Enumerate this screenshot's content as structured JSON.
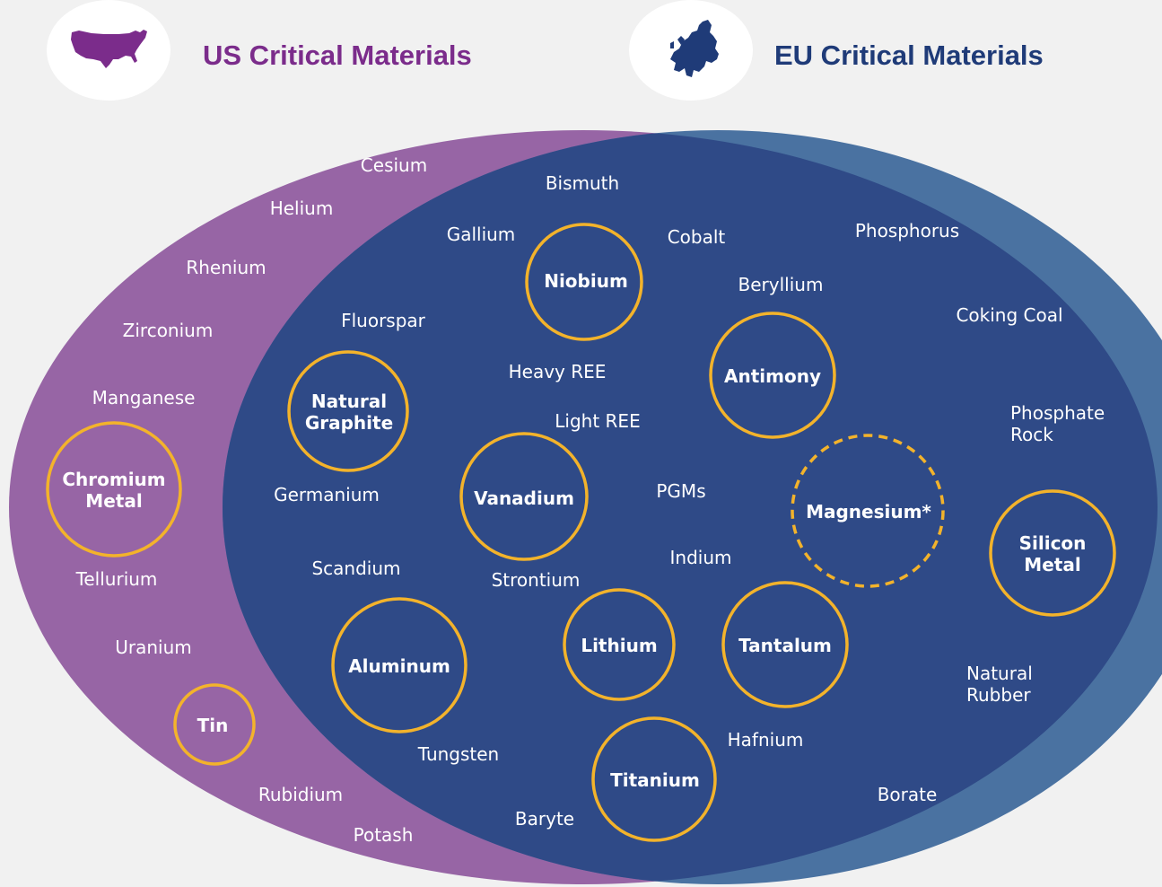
{
  "header": {
    "us_title": "US Critical Materials",
    "eu_title": "EU Critical Materials",
    "us_icon": "usa-map-icon",
    "eu_icon": "europe-map-icon"
  },
  "colors": {
    "background": "#f1f1f1",
    "us_region": "#9765a5",
    "eu_region": "#4a72a1",
    "overlap_region": "#2f4a87",
    "highlight_ring": "#f3b32b",
    "us_title": "#7b2c8b",
    "eu_title": "#1f3b78"
  },
  "us_only": [
    "Cesium",
    "Helium",
    "Rhenium",
    "Zirconium",
    "Manganese",
    "Tellurium",
    "Uranium",
    "Rubidium",
    "Potash"
  ],
  "us_only_highlighted": [
    "Chromium Metal",
    "Tin"
  ],
  "shared": [
    "Bismuth",
    "Gallium",
    "Cobalt",
    "Beryllium",
    "Fluorspar",
    "Heavy REE",
    "Light REE",
    "Germanium",
    "PGMs",
    "Scandium",
    "Strontium",
    "Indium",
    "Tungsten",
    "Hafnium",
    "Baryte"
  ],
  "shared_highlighted": [
    "Niobium",
    "Antimony",
    "Natural Graphite",
    "Vanadium",
    "Magnesium*",
    "Lithium",
    "Tantalum",
    "Aluminum",
    "Titanium"
  ],
  "eu_only": [
    "Phosphorus",
    "Coking Coal",
    "Phosphate Rock",
    "Natural Rubber",
    "Borate"
  ],
  "eu_only_highlighted": [
    "Silicon Metal"
  ]
}
